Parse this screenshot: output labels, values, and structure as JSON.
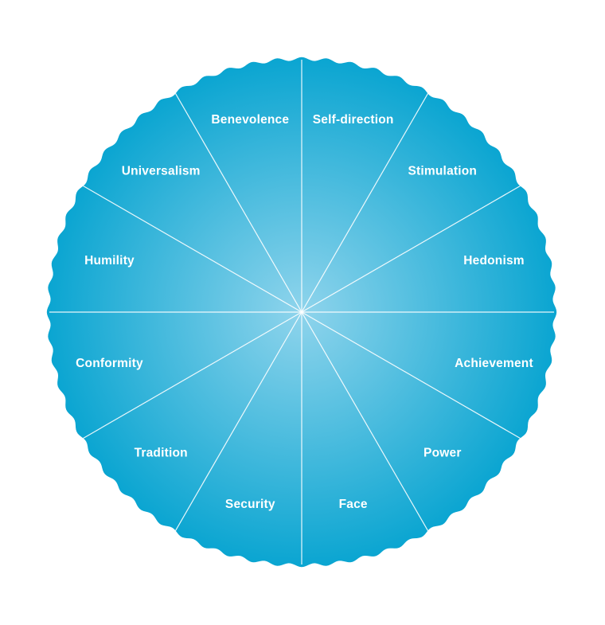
{
  "colors": {
    "wheel_center": "#8fd4ec",
    "wheel_edge": "#0aa5d1",
    "divider": "#ffffff",
    "label": "#ffffff",
    "background": "#ffffff"
  },
  "segments": [
    {
      "label": "Self-direction"
    },
    {
      "label": "Stimulation"
    },
    {
      "label": "Hedonism"
    },
    {
      "label": "Achievement"
    },
    {
      "label": "Power"
    },
    {
      "label": "Face"
    },
    {
      "label": "Security"
    },
    {
      "label": "Tradition"
    },
    {
      "label": "Conformity"
    },
    {
      "label": "Humility"
    },
    {
      "label": "Universalism"
    },
    {
      "label": "Benevolence"
    }
  ]
}
